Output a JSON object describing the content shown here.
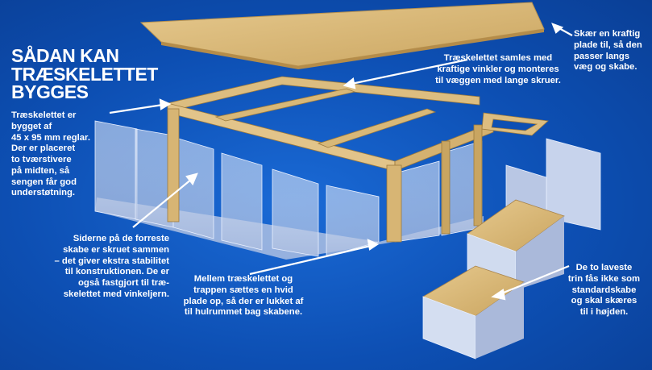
{
  "title": "SÅDAN KAN\nTRÆSKELETTET\nBYGGES",
  "callouts": {
    "frame_spec": "Træskelettet er\nbygget af\n45 x 95 mm reglar.\nDer er placeret\nto tværstivere\npå midten, så\nsengen får god\nunderstøtning.",
    "top_plate": "Skær en kraftig\nplade til, så den\npasser langs\nvæg og skabe.",
    "frame_join": "Træskelettet samles med\nkraftige vinkler og monteres\ntil væggen med lange skruer.",
    "front_cabinets": "Siderne på de forreste\nskabe er skruet sammen\n– det giver ekstra stabilitet\ntil konstruktionen. De er\nogså fastgjort til træ-\nskelettet med vinkeljern.",
    "white_plate": "Mellem træskelettet og\ntrappen sættes en hvid\nplade op, så der er lukket af\ntil hulrummet bag skabene.",
    "lower_steps": "De to laveste\ntrin fås ikke som\nstandardskabe\nog skal skæres\ntil i højden."
  },
  "colors": {
    "background": "#0d4fb3",
    "wood": "#d9b878",
    "panel": "#c9d6ee",
    "text": "#ffffff"
  }
}
